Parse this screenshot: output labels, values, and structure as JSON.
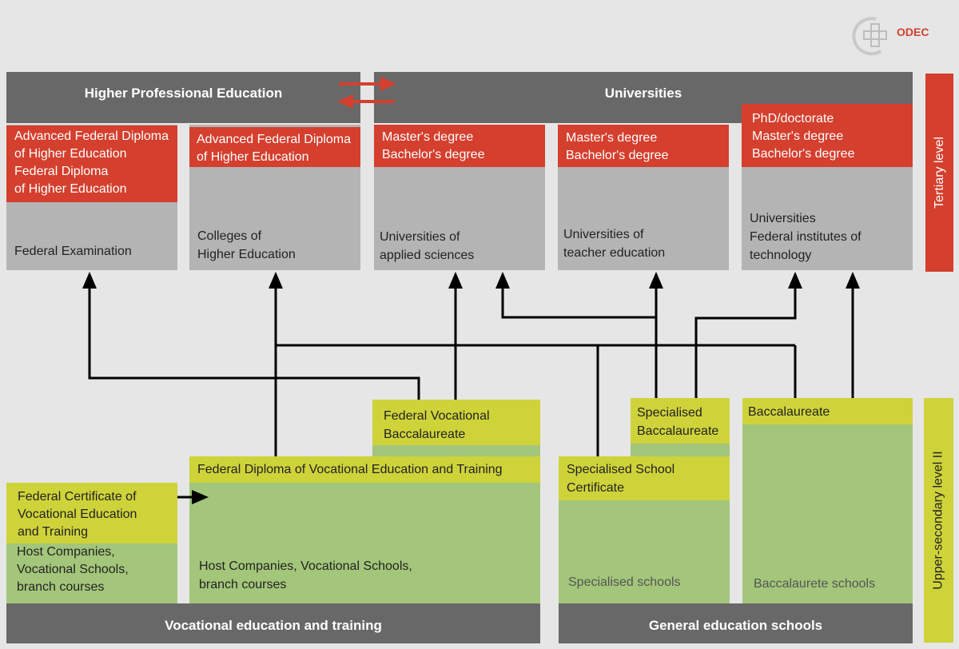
{
  "logo": {
    "text": "ODEC"
  },
  "headers": {
    "higher_professional": "Higher Professional Education",
    "universities": "Universities"
  },
  "side_labels": {
    "tertiary": "Tertiary level",
    "upper_secondary": "Upper-secondary level II"
  },
  "tertiary": {
    "hpe_exam": {
      "degrees": "Advanced Federal Diploma\nof Higher Education\nFederal Diploma\nof Higher Education",
      "institution": "Federal Examination"
    },
    "hpe_colleges": {
      "degrees": "Advanced Federal Diploma\nof Higher Education",
      "institution": "Colleges of\nHigher Education"
    },
    "uas": {
      "degrees": "Master's degree\nBachelor's degree",
      "institution": "Universities of\napplied sciences"
    },
    "ute": {
      "degrees": "Master's degree\nBachelor's degree",
      "institution": "Universities of\nteacher education"
    },
    "uni": {
      "degrees": "PhD/doctorate\nMaster's degree\nBachelor's degree",
      "institution": "Universities\nFederal institutes of\ntechnology"
    }
  },
  "upper_secondary": {
    "fvb": "Federal Vocational\nBaccalaureate",
    "fdvet": "Federal Diploma of Vocational Education and Training",
    "fdvet_institutions": "Host Companies, Vocational Schools,\nbranch courses",
    "fcvet": "Federal Certificate of\nVocational Education\nand Training",
    "fcvet_institutions": "Host Companies,\nVocational Schools,\nbranch courses",
    "spec_bacc": "Specialised\nBaccalaureate",
    "spec_cert": "Specialised School\nCertificate",
    "spec_schools": "Specialised schools",
    "bacc": "Baccalaureate",
    "bacc_schools": "Baccalaurete schools"
  },
  "bottom": {
    "vet": "Vocational education and training",
    "general": "General education schools"
  },
  "colors": {
    "dark_gray": "#686868",
    "red": "#d43f2e",
    "light_gray": "#b4b4b4",
    "yellow": "#cfd33a",
    "green": "#a3c67a"
  }
}
